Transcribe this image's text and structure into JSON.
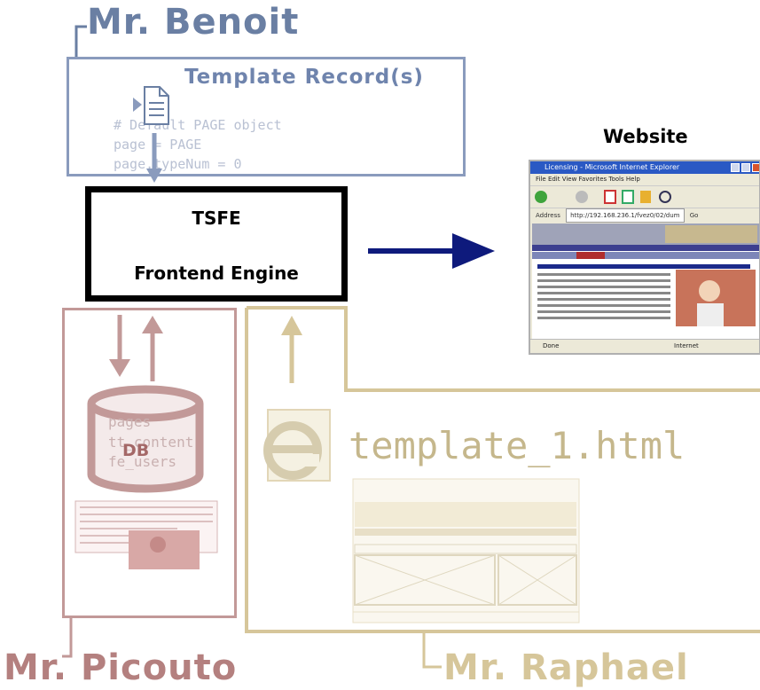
{
  "people": {
    "benoit": "Mr. Benoit",
    "picouto": "Mr. Picouto",
    "raphael": "Mr. Raphael"
  },
  "template_records": {
    "title": "Template Record(s)",
    "code_lines": [
      "# Default PAGE object",
      "page = PAGE",
      "page.typeNum = 0"
    ]
  },
  "engine": {
    "title": "TSFE",
    "subtitle": "Frontend Engine"
  },
  "website": {
    "label": "Website",
    "browser_title": "Licensing - Microsoft Internet Explorer",
    "menu": "File   Edit   View   Favorites   Tools   Help",
    "address": "Address",
    "url": "http://192.168.236.1/fvez0/02/dum",
    "go": "Go",
    "status_done": "Done",
    "status_zone": "Internet"
  },
  "database": {
    "label": "DB",
    "tables": [
      "pages",
      "tt_content",
      "fe_users"
    ]
  },
  "template_file": "template_1.html",
  "colors": {
    "benoit": "#6a7fa3",
    "picouto": "#b4807f",
    "raphael": "#d6c69a",
    "engine": "#000000",
    "arrow_main": "#0e1a7c"
  },
  "icons": [
    "document-icon",
    "database-icon",
    "browser-screenshot",
    "html-file-icon"
  ]
}
